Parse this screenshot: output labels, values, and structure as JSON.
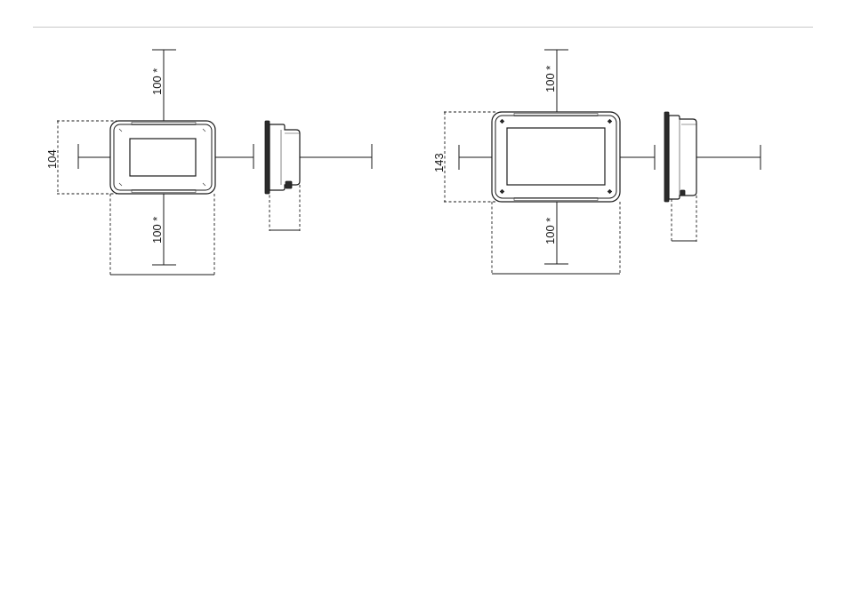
{
  "drawings": [
    {
      "id": "small",
      "height_label": "104",
      "top_clearance_label": "100 *",
      "bottom_clearance_label": "100 *"
    },
    {
      "id": "large",
      "height_label": "143",
      "top_clearance_label": "100 *",
      "bottom_clearance_label": "100 *"
    }
  ]
}
